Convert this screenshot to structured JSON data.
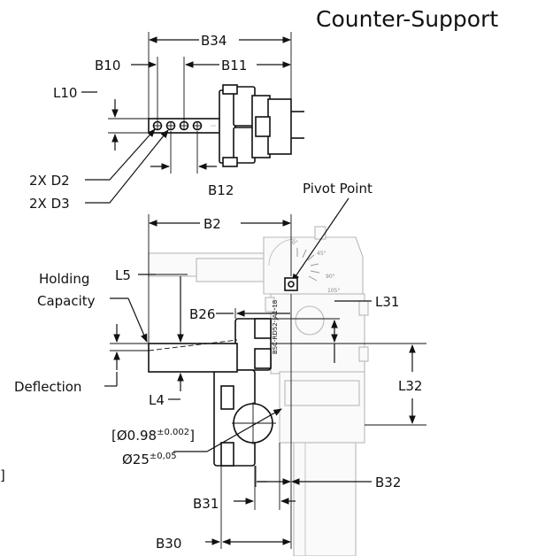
{
  "title": "Counter-Support",
  "labels": {
    "b34": "B34",
    "b10": "B10",
    "b11": "B11",
    "l10": "L10",
    "d2": "2X D2",
    "d3": "2X D3",
    "b12": "B12",
    "pivot": "Pivot Point",
    "b2": "B2",
    "holding_1": "Holding",
    "holding_2": "Capacity",
    "l5": "L5",
    "b26": "B26",
    "l31": "L31",
    "l32": "L32",
    "deflection": "Deflection",
    "l4": "L4",
    "dia_in": "[Ø0.98",
    "dia_in_tol": "±0.002",
    "dia_in_close": "]",
    "dia_mm": "Ø25",
    "dia_mm_tol": "±0,05",
    "b32": "B32",
    "b31": "B31",
    "b30": "B30",
    "edge_bracket": "]"
  },
  "scale_labels": [
    "0°",
    "45°",
    "90°",
    "105°"
  ],
  "part_marking": "BSC-RD52-JA1-18"
}
